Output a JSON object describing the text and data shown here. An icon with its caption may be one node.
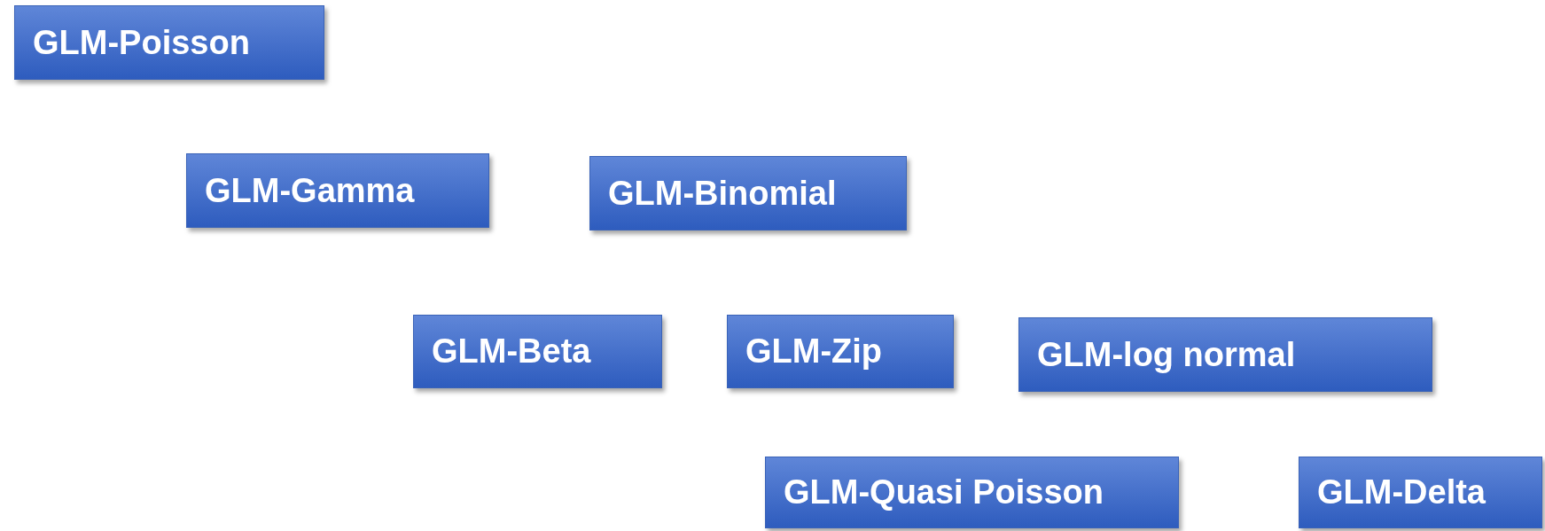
{
  "diagram": {
    "nodes": [
      {
        "text": [
          "GLM-Poisson"
        ]
      },
      {
        "text": [
          "GLM-Gamma"
        ]
      },
      {
        "text": [
          "GLM-Binomial"
        ]
      },
      {
        "text": [
          "GLM-Beta"
        ]
      },
      {
        "text": [
          "GLM-Zip"
        ]
      },
      {
        "text": [
          "GLM-log normal"
        ]
      },
      {
        "text": [
          "GLM-Quasi Poisson"
        ]
      },
      {
        "text": [
          "GLM-Delta"
        ]
      }
    ]
  }
}
